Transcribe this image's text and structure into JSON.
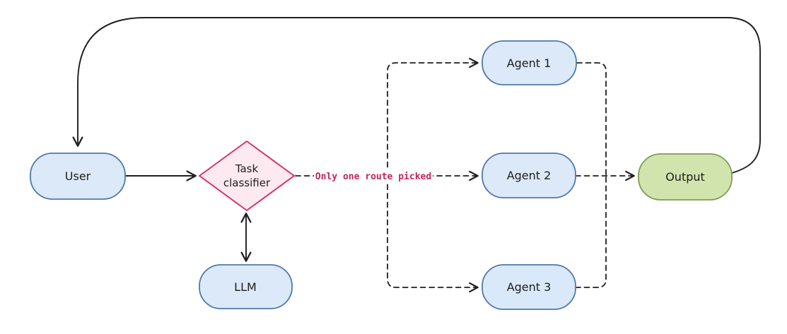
{
  "diagram": {
    "type": "flowchart",
    "nodes": {
      "user": {
        "label": "User",
        "shape": "pill",
        "fill": "#dbe9f8",
        "border": "#4e79ad"
      },
      "classifier": {
        "lines": [
          "Task",
          "classifier"
        ],
        "shape": "diamond",
        "fill": "#fde9f0",
        "border": "#d6336c"
      },
      "llm": {
        "label": "LLM",
        "shape": "pill",
        "fill": "#dbe9f8",
        "border": "#4e79ad"
      },
      "agent1": {
        "label": "Agent 1",
        "shape": "pill",
        "fill": "#dbe9f8",
        "border": "#4e79ad"
      },
      "agent2": {
        "label": "Agent 2",
        "shape": "pill",
        "fill": "#dbe9f8",
        "border": "#4e79ad"
      },
      "agent3": {
        "label": "Agent 3",
        "shape": "pill",
        "fill": "#d9e9f9",
        "border": "#4e79ad"
      },
      "output": {
        "label": "Output",
        "shape": "pill",
        "fill": "#d2e4ae",
        "border": "#7f9c54"
      }
    },
    "edges": {
      "route_label": "Only one route picked",
      "route_label_color": "#c2255c",
      "line_color": "#1e1e1e",
      "connections": [
        {
          "from": "output",
          "to": "user",
          "style": "solid-curved-arrow"
        },
        {
          "from": "user",
          "to": "classifier",
          "style": "solid-arrow"
        },
        {
          "from": "classifier",
          "to": "llm",
          "style": "solid-double-arrow"
        },
        {
          "from": "classifier",
          "to": "agent1",
          "style": "dashed-arrow"
        },
        {
          "from": "classifier",
          "to": "agent2",
          "style": "dashed-arrow"
        },
        {
          "from": "classifier",
          "to": "agent3",
          "style": "dashed-arrow"
        },
        {
          "from": "agent1",
          "to": "output",
          "style": "dashed"
        },
        {
          "from": "agent2",
          "to": "output",
          "style": "dashed-arrow"
        },
        {
          "from": "agent3",
          "to": "output",
          "style": "dashed"
        }
      ]
    }
  }
}
